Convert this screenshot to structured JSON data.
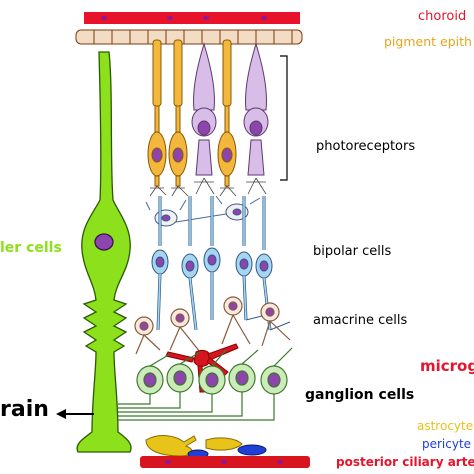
{
  "labels": {
    "choroid": "choroid",
    "pigment": "pigment epith",
    "photoreceptors": "photoreceptors",
    "muller": "ler cells",
    "bipolar": "bipolar cells",
    "amacrine": "amacrine cells",
    "microglia": "microg",
    "ganglion": "ganglion cells",
    "brain": "rain",
    "astrocytes": "astrocyte",
    "pericytes": "pericyte",
    "posterior": "posterior ciliary arter"
  },
  "colors": {
    "choroid": "#e8132b",
    "pigment": "#e6a519",
    "photoreceptors": "#000000",
    "muller": "#8de01c",
    "bipolar": "#000000",
    "amacrine": "#000000",
    "microglia": "#e8132b",
    "ganglion": "#000000",
    "brain": "#000000",
    "astrocytes": "#e6c21a",
    "pericytes": "#1f3fd6",
    "posterior": "#e8132b"
  }
}
